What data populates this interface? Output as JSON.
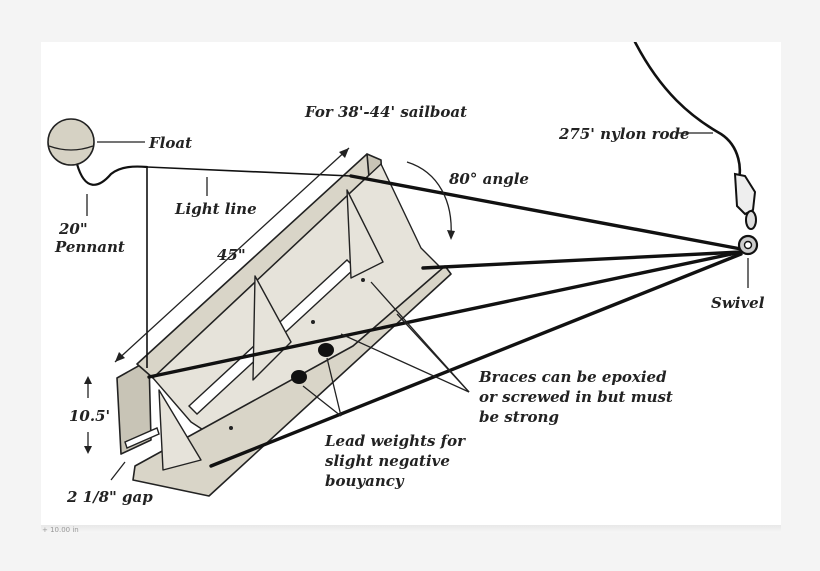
{
  "diagram": {
    "title": "For 38'-44' sailboat",
    "labels": {
      "float": "Float",
      "pennant_line1": "20\"",
      "pennant_line2": "Pennant",
      "light_line": "Light line",
      "length": "45\"",
      "angle": "80° angle",
      "nylon_rode": "275' nylon rode",
      "swivel": "Swivel",
      "height": "10.5'",
      "gap": "2 1/8\" gap",
      "braces_line1": "Braces can be epoxied",
      "braces_line2": "or screwed in but must",
      "braces_line3": "be strong",
      "weights_line1": "Lead weights for",
      "weights_line2": "slight negative",
      "weights_line3": "bouyancy"
    }
  },
  "footer": {
    "text": "+ 10.00 in"
  },
  "colors": {
    "ink": "#111111",
    "wood": "#d9d5c8",
    "float": "#d6d2c4"
  }
}
